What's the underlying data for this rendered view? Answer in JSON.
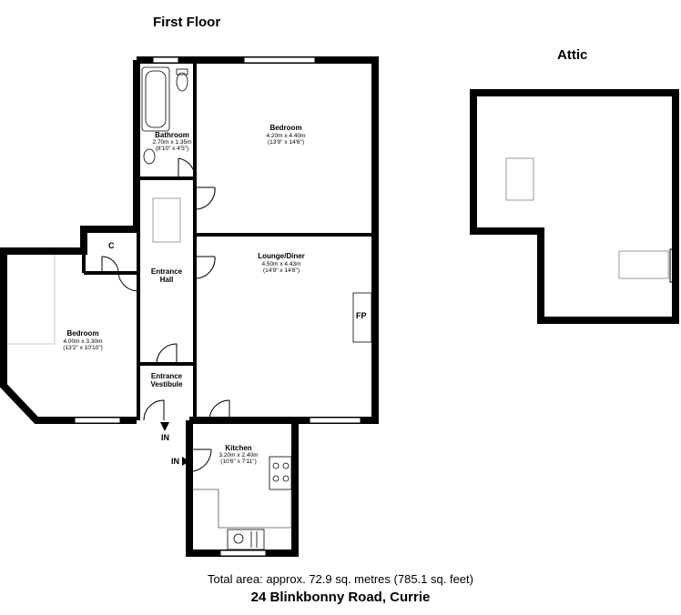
{
  "titles": {
    "floor": "First Floor",
    "attic": "Attic"
  },
  "rooms": {
    "bedroom_right": {
      "name": "Bedroom",
      "metric": "4.20m x 4.40m",
      "imperial": "(13'9\" x 14'6\")"
    },
    "bathroom": {
      "name": "Bathroom",
      "metric": "2.70m x 1.35m",
      "imperial": "(8'10\" x 4'5\")"
    },
    "bedroom_left": {
      "name": "Bedroom",
      "metric": "4.00m x 3.30m",
      "imperial": "(13'2\" x 10'10\")"
    },
    "lounge": {
      "name": "Lounge/Diner",
      "metric": "4.50m x 4.43m",
      "imperial": "(14'9\" x 14'6\")"
    },
    "entrance_hall": {
      "line1": "Entrance",
      "line2": "Hall"
    },
    "entrance_vestibule": {
      "line1": "Entrance",
      "line2": "Vestibule"
    },
    "kitchen": {
      "name": "Kitchen",
      "metric": "3.20m x 2.40m",
      "imperial": "(10'6\" x 7'11\")"
    }
  },
  "labels": {
    "cupboard": "C",
    "fireplace": "FP",
    "in_main": "IN",
    "in_kitchen": "IN"
  },
  "footer": {
    "total_area": "Total area: approx. 72.9 sq. metres (785.1 sq. feet)",
    "address": "24 Blinkbonny Road, Currie"
  }
}
